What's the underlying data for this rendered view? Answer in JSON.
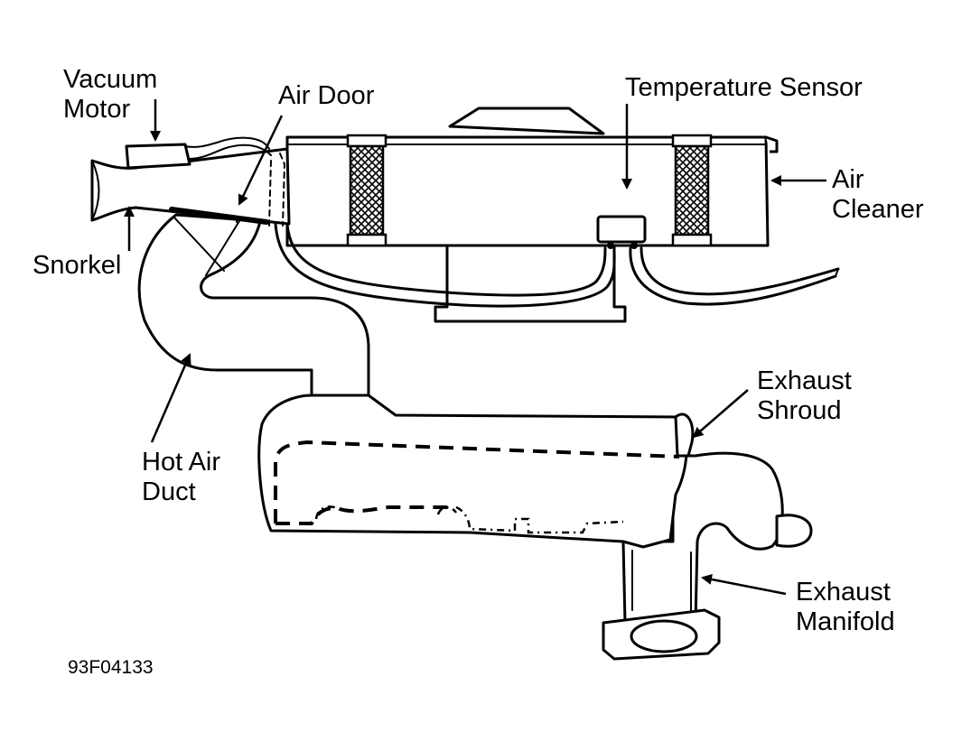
{
  "labels": {
    "vacuum_motor": "Vacuum\nMotor",
    "air_door": "Air Door",
    "temperature_sensor": "Temperature Sensor",
    "air_cleaner": "Air\nCleaner",
    "snorkel": "Snorkel",
    "exhaust_shroud": "Exhaust\nShroud",
    "hot_air_duct": "Hot Air\nDuct",
    "exhaust_manifold": "Exhaust\nManifold"
  },
  "figure_code": "93F04133",
  "colors": {
    "line": "#000000",
    "background": "#ffffff"
  }
}
